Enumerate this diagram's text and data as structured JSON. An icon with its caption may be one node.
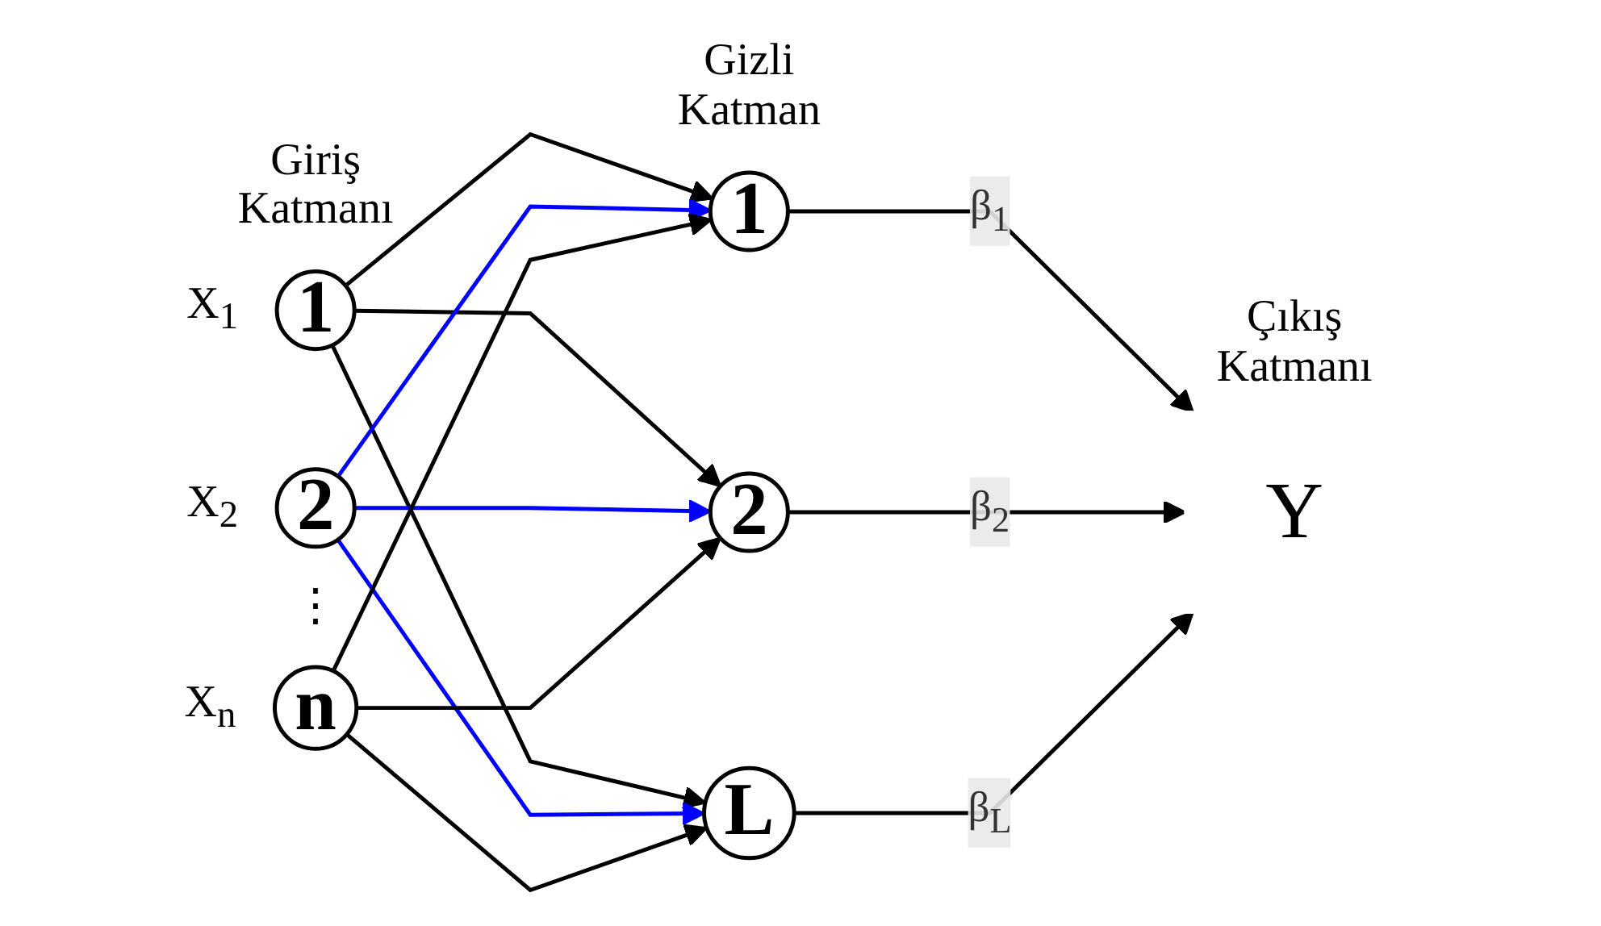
{
  "diagram": {
    "nodes": [
      {
        "text": [
          "1"
        ],
        "beside": [
          "X$_{1}$"
        ]
      },
      {
        "text": [
          "2"
        ],
        "beside": [
          "X$_{2}$"
        ]
      },
      {
        "text": [
          "n"
        ],
        "beside": [
          "X$_{n}$"
        ]
      },
      {
        "text": [
          "1"
        ]
      },
      {
        "text": [
          "2"
        ]
      },
      {
        "text": [
          "L"
        ]
      },
      {
        "text": [
          "Y"
        ]
      }
    ],
    "edges": [
      {
        "from": 0,
        "to": 3,
        "arrow": "to"
      },
      {
        "from": 0,
        "to": 4,
        "arrow": "to"
      },
      {
        "from": 0,
        "to": 5,
        "arrow": "to"
      },
      {
        "from": 1,
        "to": 3,
        "arrow": "to",
        "color": "#0000ff"
      },
      {
        "from": 1,
        "to": 4,
        "arrow": "to",
        "color": "#0000ff"
      },
      {
        "from": 1,
        "to": 5,
        "arrow": "to",
        "color": "#0000ff"
      },
      {
        "from": 2,
        "to": 3,
        "arrow": "to"
      },
      {
        "from": 2,
        "to": 4,
        "arrow": "to"
      },
      {
        "from": 2,
        "to": 5,
        "arrow": "to"
      },
      {
        "from": 3,
        "to": 6,
        "arrow": "to",
        "label": "β$_{1}$"
      },
      {
        "from": 4,
        "to": 6,
        "arrow": "to",
        "label": "β$_{2}$"
      },
      {
        "from": 5,
        "to": 6,
        "arrow": "to",
        "label": "β$_{L}$"
      }
    ],
    "labels": [
      "Giriş Katmanı",
      "Gizli Katman",
      "Çıkış Katmanı",
      "⋮"
    ]
  }
}
